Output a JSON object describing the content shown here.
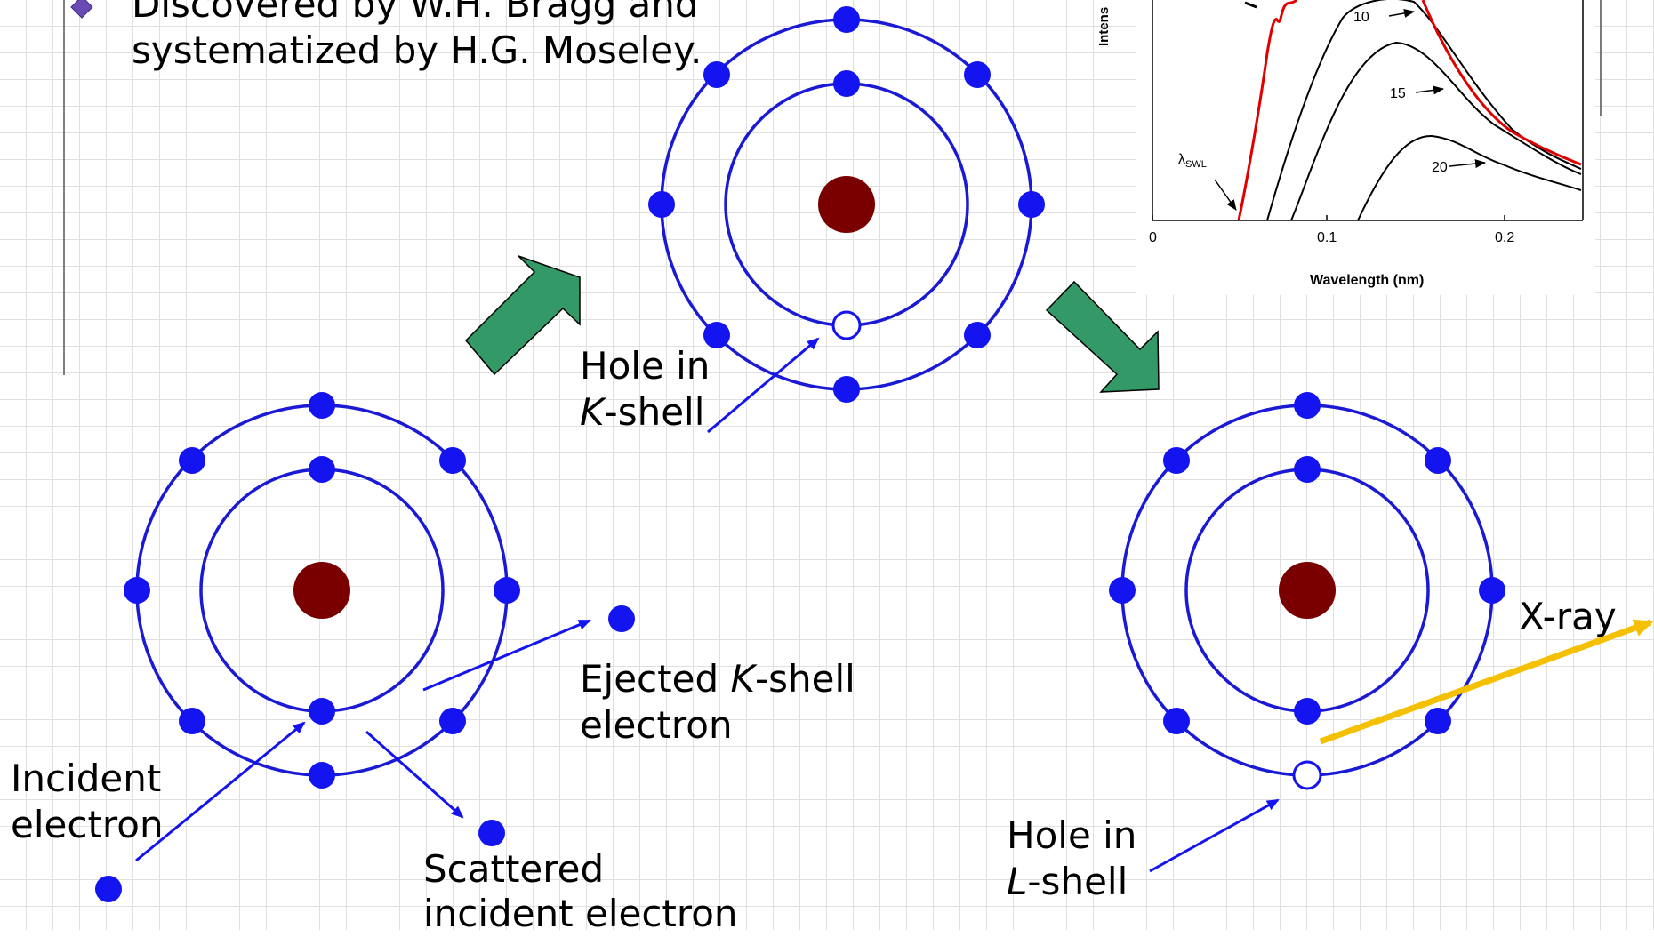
{
  "bullet": {
    "line1": "Discovered by W.H. Bragg and",
    "line2": "systematized by H.G. Moseley."
  },
  "labels": {
    "hole_k_1": "Hole in",
    "hole_k_italic": "K",
    "hole_k_rest": "-shell",
    "ejected_1a": "Ejected ",
    "ejected_italic": "K",
    "ejected_1b": "-shell",
    "ejected_2": "electron",
    "incident_1": "Incident",
    "incident_2": "electron",
    "scattered_1": "Scattered",
    "scattered_2": "incident electron",
    "hole_l_1": "Hole in",
    "hole_l_italic": "L",
    "hole_l_rest": "-shell",
    "xray": "X-ray"
  },
  "inset_chart": {
    "ylabel": "Intens",
    "xlabel": "Wavelength (nm)",
    "xticks": [
      "0",
      "0.1",
      "0.2"
    ],
    "curve_labels": [
      "20",
      "15",
      "10"
    ],
    "swl_label_main": "λ",
    "swl_label_sub": "SWL"
  },
  "colors": {
    "orbit": "#1a1ad4",
    "electron": "#1414f0",
    "nucleus": "#7a0000",
    "arrow_fill": "#339966",
    "xray": "#f5c000",
    "red_curve": "#e00000"
  }
}
